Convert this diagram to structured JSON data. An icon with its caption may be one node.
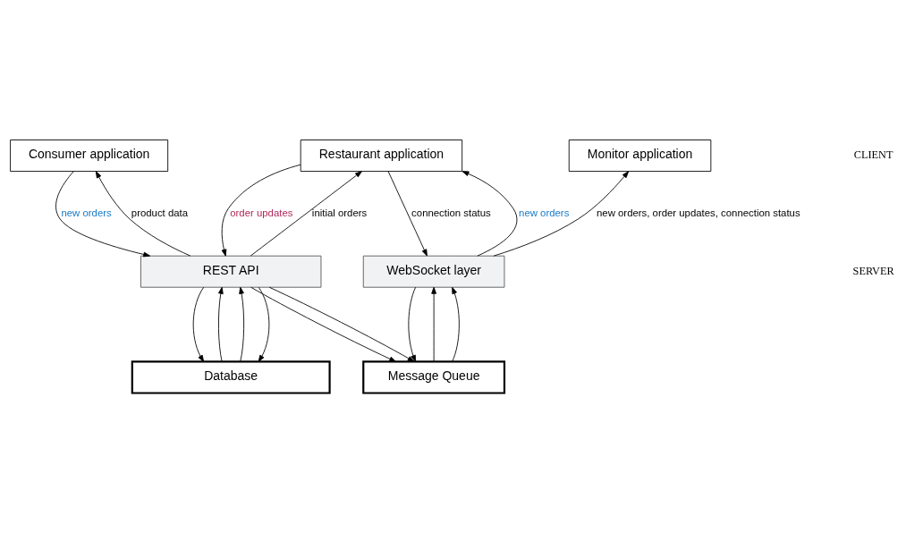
{
  "diagram": {
    "nodes": [
      {
        "text": [
          "Consumer application"
        ]
      },
      {
        "text": [
          "Restaurant application"
        ]
      },
      {
        "text": [
          "Monitor application"
        ]
      },
      {
        "text": [
          "REST API"
        ]
      },
      {
        "text": [
          "WebSocket layer"
        ]
      },
      {
        "text": [
          "Database"
        ]
      },
      {
        "text": [
          "Message Queue"
        ]
      }
    ],
    "edges": [
      {
        "from": 5,
        "to": 3,
        "arrow": "to"
      },
      {
        "from": 3,
        "to": 0,
        "arrow": "to",
        "label": "product data"
      },
      {
        "from": 0,
        "to": 3,
        "arrow": "to",
        "label": "new orders"
      },
      {
        "from": 3,
        "to": 5,
        "arrow": "to"
      },
      {
        "from": 5,
        "to": 3,
        "arrow": "to"
      },
      {
        "from": 3,
        "to": 1,
        "arrow": "to",
        "label": "initial orders"
      },
      {
        "from": 1,
        "to": 3,
        "arrow": "to",
        "label": "order updates"
      },
      {
        "from": 3,
        "to": 5,
        "arrow": "to"
      },
      {
        "from": 3,
        "to": 6,
        "arrow": "to"
      },
      {
        "from": 3,
        "to": 6,
        "arrow": "to"
      },
      {
        "from": 4,
        "to": 1,
        "arrow": "to",
        "label": "new orders"
      },
      {
        "from": 1,
        "to": 4,
        "arrow": "to",
        "label": "connection status"
      },
      {
        "from": 4,
        "to": 2,
        "arrow": "to",
        "label": "new orders, order updates, connection status"
      },
      {
        "from": 6,
        "to": 4,
        "arrow": "to"
      },
      {
        "from": 4,
        "to": 6,
        "arrow": "to"
      },
      {
        "from": 6,
        "to": 4,
        "arrow": "to"
      }
    ],
    "labels": [
      "CLIENT",
      "SERVER"
    ]
  }
}
